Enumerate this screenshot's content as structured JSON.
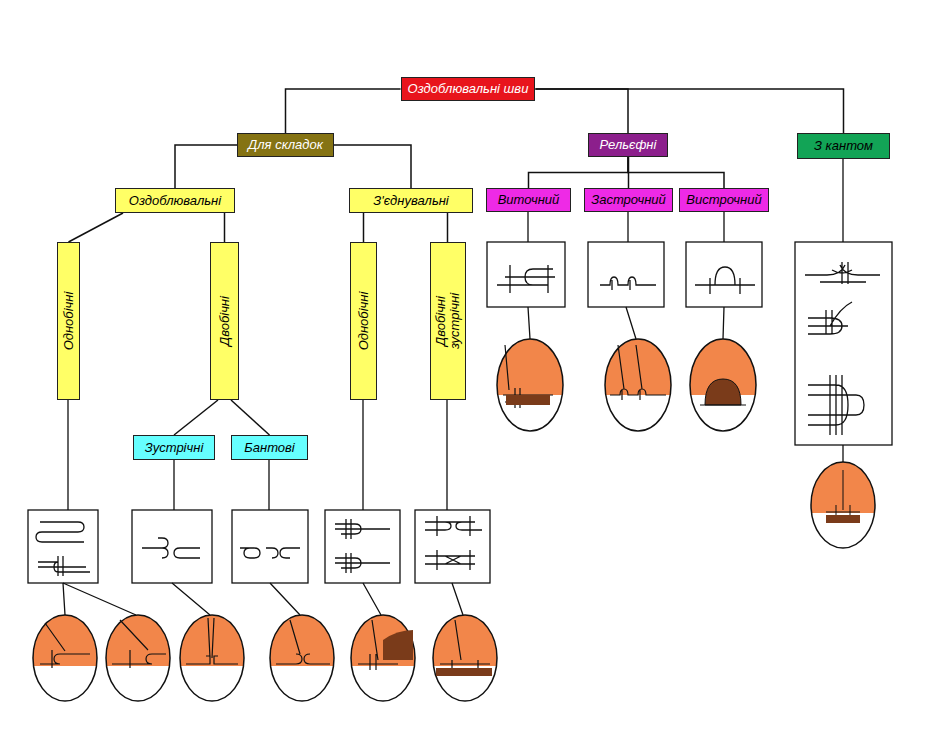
{
  "diagram": {
    "nodes": [
      {
        "text": [
          "Оздоблювальні шви"
        ]
      },
      {
        "text": [
          "Для складок"
        ]
      },
      {
        "text": [
          "Рельєфні"
        ]
      },
      {
        "text": [
          "З кантом"
        ]
      },
      {
        "text": [
          "Оздоблювальні"
        ]
      },
      {
        "text": [
          "З'єднувальні"
        ]
      },
      {
        "text": [
          "Виточний"
        ]
      },
      {
        "text": [
          "Застрочний"
        ]
      },
      {
        "text": [
          "Вистрочний"
        ]
      },
      {
        "text": [
          "Однобічні"
        ]
      },
      {
        "text": [
          "Двобічні"
        ]
      },
      {
        "text": [
          "Однобічні"
        ]
      },
      {
        "text": [
          "Двобічні зустрічні"
        ]
      },
      {
        "text": [
          "Зустрічні"
        ]
      },
      {
        "text": [
          "Бантові"
        ]
      }
    ],
    "edges": [
      {
        "from": 0,
        "to": 1,
        "arrow": "none"
      },
      {
        "from": 0,
        "to": 2,
        "arrow": "none"
      },
      {
        "from": 0,
        "to": 3,
        "arrow": "none"
      },
      {
        "from": 1,
        "to": 4,
        "arrow": "none"
      },
      {
        "from": 1,
        "to": 5,
        "arrow": "none"
      },
      {
        "from": 2,
        "to": 6,
        "arrow": "none"
      },
      {
        "from": 2,
        "to": 7,
        "arrow": "none"
      },
      {
        "from": 2,
        "to": 8,
        "arrow": "none"
      },
      {
        "from": 4,
        "to": 9,
        "arrow": "none"
      },
      {
        "from": 4,
        "to": 10,
        "arrow": "none"
      },
      {
        "from": 5,
        "to": 11,
        "arrow": "none"
      },
      {
        "from": 5,
        "to": 12,
        "arrow": "none"
      },
      {
        "from": 10,
        "to": 13,
        "arrow": "none"
      },
      {
        "from": 10,
        "to": 14,
        "arrow": "none"
      }
    ]
  }
}
